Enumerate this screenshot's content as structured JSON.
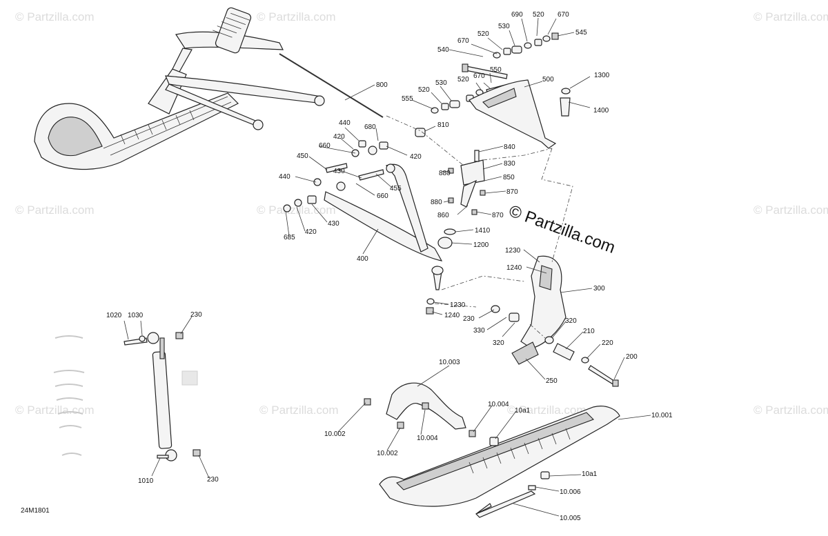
{
  "watermark": {
    "text": "© Partzilla.com"
  },
  "main_watermark": {
    "text": "© Partzilla.com"
  },
  "diagram_code": "24M1801",
  "callouts": {
    "c690": "690",
    "c520a": "520",
    "c670a": "670",
    "c545": "545",
    "c530a": "530",
    "c520b": "520",
    "c670b": "670",
    "c540": "540",
    "c550": "550",
    "c520c": "520",
    "c530b": "530",
    "c555": "555",
    "c500": "500",
    "c1300": "1300",
    "c1400": "1400",
    "c800": "800",
    "c810": "810",
    "c440a": "440",
    "c680": "680",
    "c420a": "420",
    "c420b": "420",
    "c660a": "660",
    "c450": "450",
    "c430a": "430",
    "c840": "840",
    "c830": "830",
    "c880a": "880",
    "c850": "850",
    "c440b": "440",
    "c455": "455",
    "c660b": "660",
    "c870a": "870",
    "c880b": "880",
    "c860": "860",
    "c870b": "870",
    "c430b": "430",
    "c420c": "420",
    "c685": "685",
    "c1410": "1410",
    "c1200": "1200",
    "c400": "400",
    "c1230a": "1230",
    "c1240a": "1240",
    "c300": "300",
    "c1230b": "1230",
    "c1240b": "1240",
    "c230a": "230",
    "c330": "330",
    "c320a": "320",
    "c320b": "320",
    "c210": "210",
    "c220": "220",
    "c200": "200",
    "c250": "250",
    "c1020": "1020",
    "c1030": "1030",
    "c230b": "230",
    "c1010": "1010",
    "c230c": "230",
    "c10003": "10.003",
    "c10004a": "10.004",
    "c10a1a": "10a1",
    "c10001": "10.001",
    "c10002a": "10.002",
    "c10004b": "10.004",
    "c10002b": "10.002",
    "c10a1b": "10a1",
    "c10006": "10.006",
    "c10005": "10.005"
  }
}
